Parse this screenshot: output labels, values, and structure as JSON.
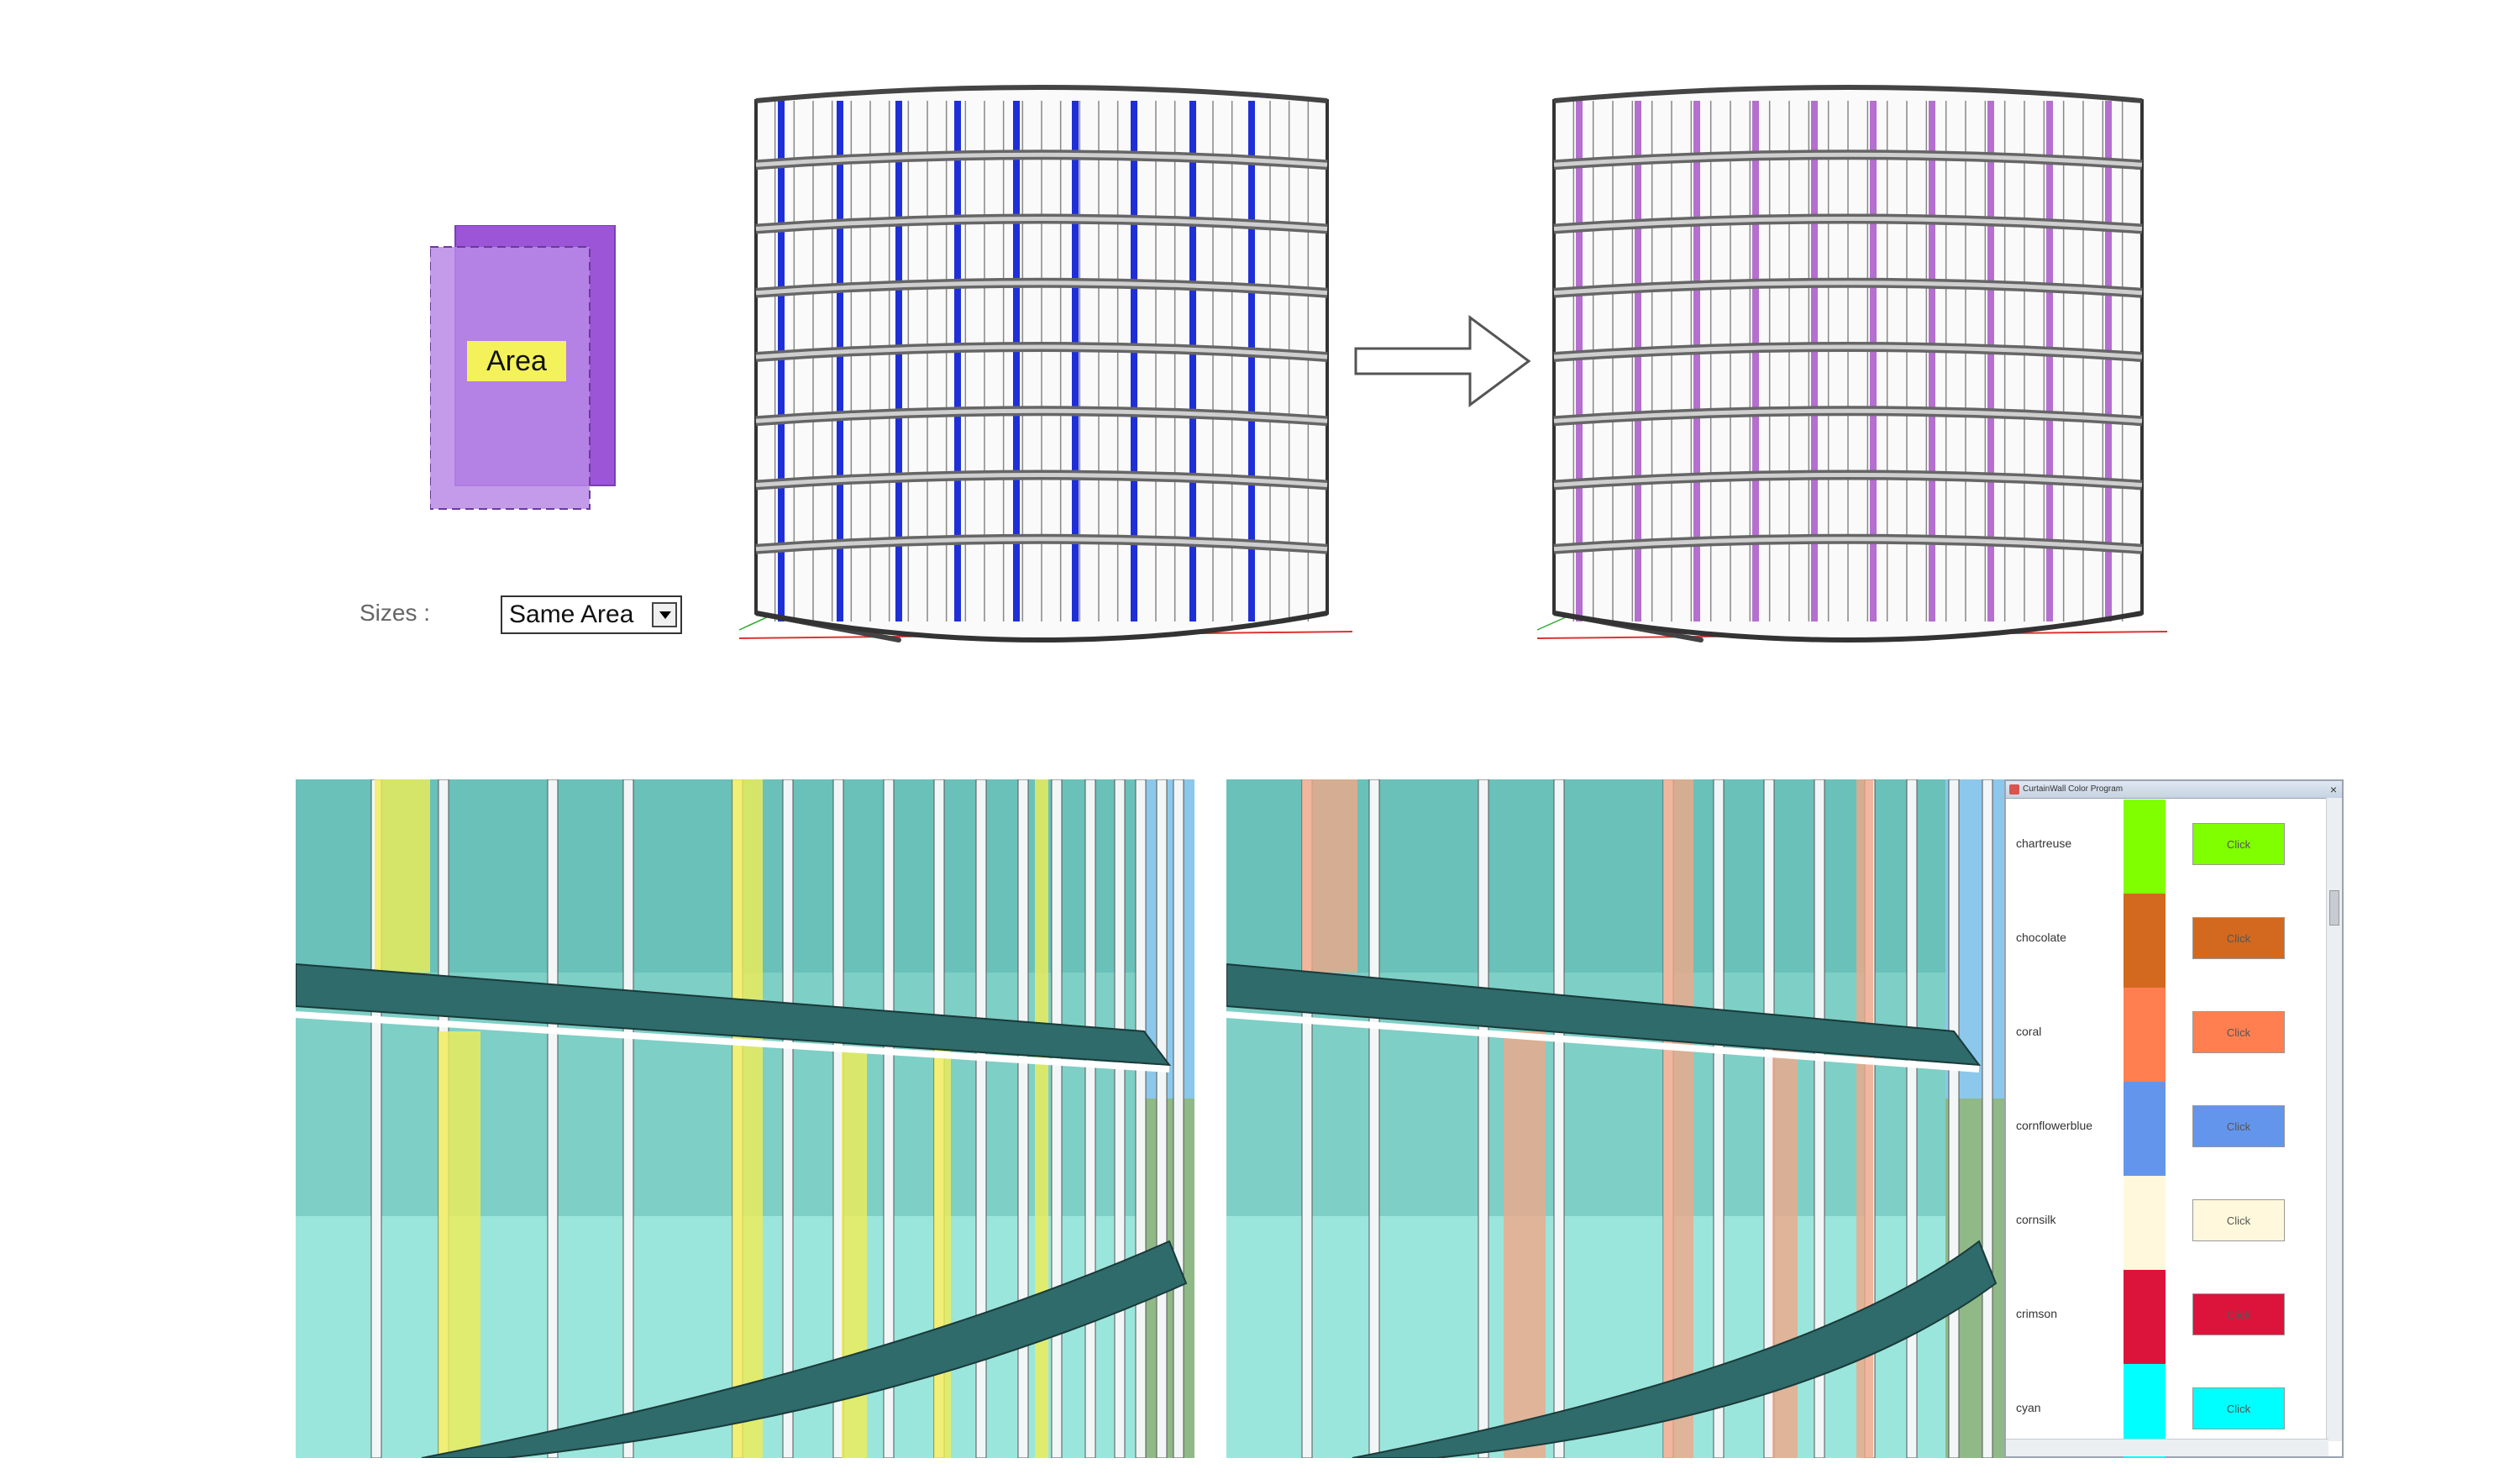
{
  "area_icon": {
    "label": "Area",
    "color_fill": "#9b55d6",
    "color_label_bg": "#f4f25a"
  },
  "sizes": {
    "label": "Sizes :",
    "selected": "Same Area"
  },
  "cylinder_before": {
    "highlight_color": "#1f2fd8"
  },
  "cylinder_after": {
    "highlight_color": "#b46fcf"
  },
  "scene_left": {
    "highlight_color": "#f0ee55"
  },
  "scene_right": {
    "highlight_color": "#f0a888"
  },
  "color_panel": {
    "title": "CurtainWall Color Program",
    "close_glyph": "×",
    "items": [
      {
        "name": "chartreuse",
        "color": "#7fff00",
        "button_label": "Click"
      },
      {
        "name": "chocolate",
        "color": "#d2691e",
        "button_label": "Click"
      },
      {
        "name": "coral",
        "color": "#ff7f50",
        "button_label": "Click"
      },
      {
        "name": "cornflowerblue",
        "color": "#6495ed",
        "button_label": "Click"
      },
      {
        "name": "cornsilk",
        "color": "#fff8dc",
        "button_label": "Click"
      },
      {
        "name": "crimson",
        "color": "#dc143c",
        "button_label": "Click"
      },
      {
        "name": "cyan",
        "color": "#00ffff",
        "button_label": "Click"
      }
    ]
  }
}
